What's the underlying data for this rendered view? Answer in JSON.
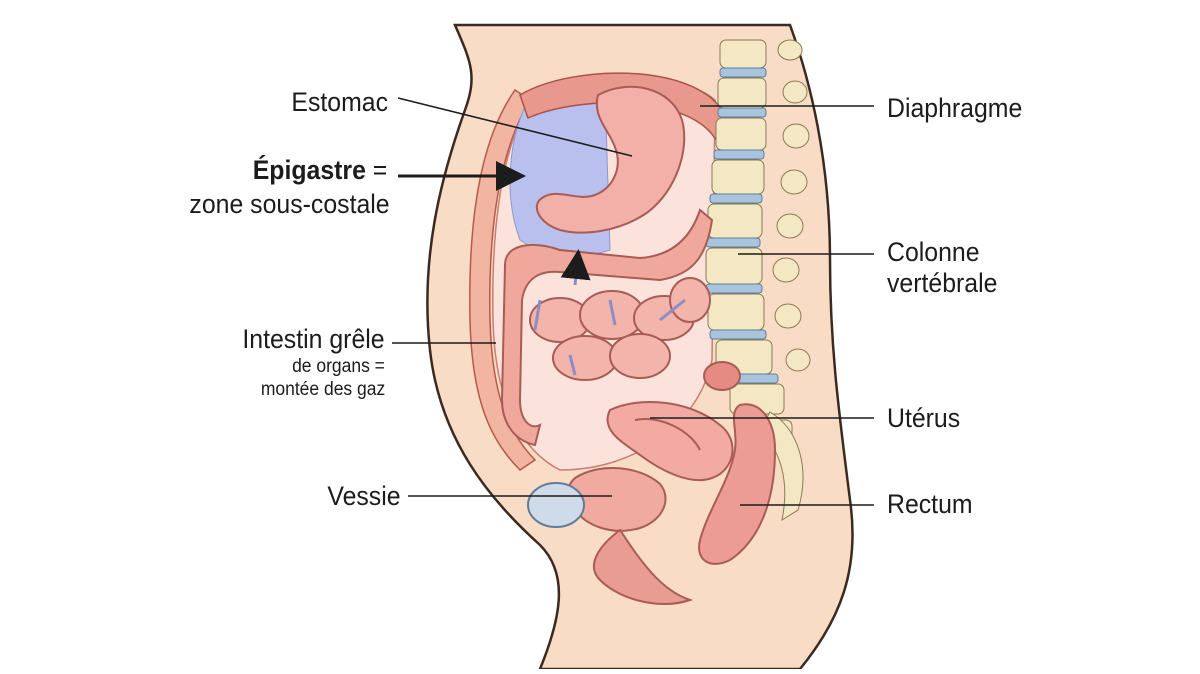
{
  "labels": {
    "stomach": "Estomac",
    "epigastrium_term": "Épigastre",
    "epigastrium_equals": " =",
    "epigastrium_desc": "zone sous-costale",
    "small_intestine": "Intestin grêle",
    "small_intestine_note_1": "de organs =",
    "small_intestine_note_2": "montée des gaz",
    "bladder": "Vessie",
    "diaphragm": "Diaphragme",
    "spine_1": "Colonne",
    "spine_2": "vertébrale",
    "uterus": "Utérus",
    "rectum": "Rectum"
  },
  "colors": {
    "skin": "#f9dcc6",
    "skin_outline": "#3a2a22",
    "abdominal_wall": "#f2b5a2",
    "epigastric_zone": "#b9c0ee",
    "organ_pink": "#f2b0a8",
    "organ_dark": "#d98a86",
    "vertebra": "#f3e7c4",
    "disc": "#a9c4dd",
    "gas_arrow": "#a9a9d8",
    "line": "#1c1c1c"
  }
}
